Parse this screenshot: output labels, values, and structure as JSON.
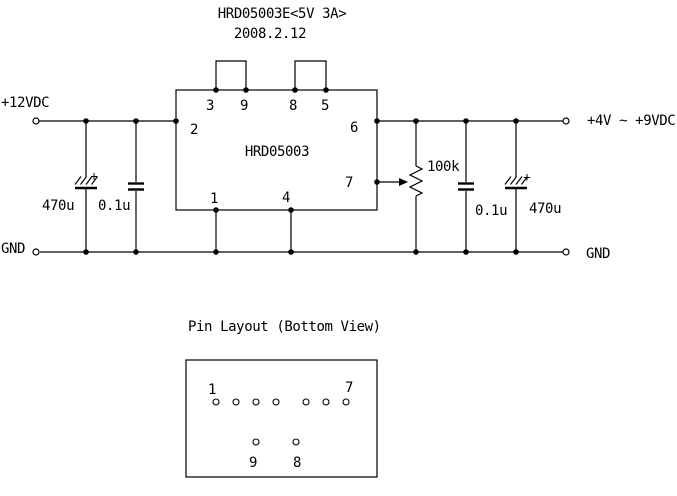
{
  "colors": {
    "background": "#ffffff",
    "ink": "#000000"
  },
  "header": {
    "title": "HRD05003E<5V 3A>",
    "date": "2008.2.12"
  },
  "ic": {
    "name": "HRD05003",
    "pins": {
      "p1": "1",
      "p2": "2",
      "p3": "3",
      "p4": "4",
      "p5": "5",
      "p6": "6",
      "p7": "7",
      "p8": "8",
      "p9": "9"
    }
  },
  "rails": {
    "vin_label": "+12VDC",
    "vout_label": "+4V ~ +9VDC",
    "gnd_left_label": "GND",
    "gnd_right_label": "GND"
  },
  "input_section": {
    "electrolytic_cap_value": "470u",
    "electrolytic_cap_polarity": "+",
    "ceramic_cap_value": "0.1u"
  },
  "output_section": {
    "pot_value": "100k",
    "ceramic_cap_value": "0.1u",
    "electrolytic_cap_value": "470u",
    "electrolytic_cap_polarity": "+"
  },
  "pin_layout": {
    "title": "Pin Layout (Bottom View)",
    "pin_first": "1",
    "pin_last": "7",
    "pin_nine": "9",
    "pin_eight": "8"
  }
}
